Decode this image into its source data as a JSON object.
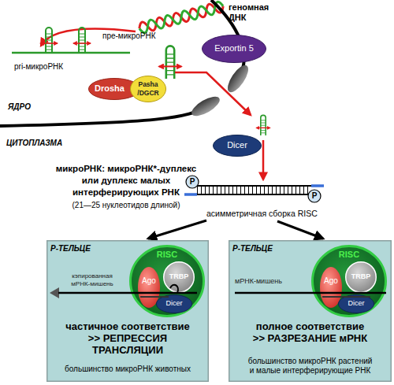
{
  "diagram": {
    "nodes": [
      {
        "text": [
          "Drosha"
        ]
      },
      {
        "text": [
          "Pasha /DGCR"
        ]
      },
      {
        "text": [
          "Exportin 5"
        ]
      },
      {
        "text": [
          "Dicer"
        ]
      },
      {
        "text": [
          "Р-ТЕЛЬЦЕ",
          "кэпированная мРНК-мишень",
          "частичное соответствие >> РЕПРЕССИЯ ТРАНСЛЯЦИИ",
          "большинство микроРНК животных"
        ]
      },
      {
        "text": [
          "RISC"
        ],
        "in": 4
      },
      {
        "text": [
          "Ago"
        ],
        "in": 5
      },
      {
        "text": [
          "TRBP"
        ],
        "in": 5
      },
      {
        "text": [
          "Dicer"
        ],
        "in": 5
      },
      {
        "text": [
          "Р-ТЕЛЬЦЕ",
          "мРНК-мишень",
          "полное соответствие >> РАЗРЕЗАНИЕ мРНК",
          "большинство микроРНК растений и малые интерферирующие РНК"
        ]
      },
      {
        "text": [
          "RISC"
        ],
        "in": 9
      },
      {
        "text": [
          "Ago"
        ],
        "in": 10
      },
      {
        "text": [
          "TRBP"
        ],
        "in": 10
      },
      {
        "text": [
          "Dicer"
        ],
        "in": 10
      }
    ],
    "labels": [
      "геномная ДНК",
      "pri-микроРНК",
      "пре-микроРНК",
      "ЯДРО",
      "ЦИТОПЛАЗМА",
      "микроРНК: микроРНК*-дуплекс или дуплекс малых интерферирующих РНК",
      "(21—25 нуклеотидов длиной)",
      "P",
      "P",
      "асимметричная сборка RISC"
    ]
  }
}
